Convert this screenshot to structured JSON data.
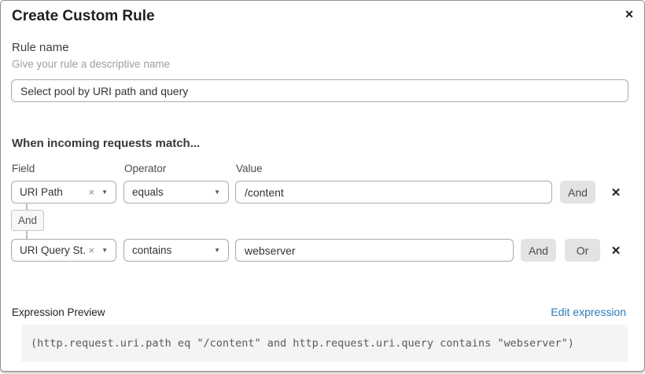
{
  "modal": {
    "title": "Create Custom Rule"
  },
  "icons": {
    "close": "✕",
    "clear_select": "×",
    "chevron_down": "▼",
    "delete_row": "✕"
  },
  "rule_name": {
    "label": "Rule name",
    "description": "Give your rule a descriptive name",
    "value": "Select pool by URI path and query"
  },
  "match_section": {
    "heading": "When incoming requests match...",
    "column_labels": {
      "field": "Field",
      "operator": "Operator",
      "value": "Value"
    },
    "rows": [
      {
        "field": "URI Path",
        "operator": "equals",
        "value": "/content",
        "and_label": "And"
      },
      {
        "field": "URI Query St...",
        "operator": "contains",
        "value": "webserver",
        "and_label": "And",
        "or_label": "Or"
      }
    ],
    "connector_label": "And"
  },
  "expression": {
    "label": "Expression Preview",
    "edit_link": "Edit expression",
    "code": "(http.request.uri.path eq \"/content\" and http.request.uri.query contains \"webserver\")"
  },
  "colors": {
    "link_blue": "#2c7bb8",
    "button_gray": "#e3e3e3",
    "code_background": "#f4f4f4",
    "border_gray": "#a9a9a9"
  }
}
